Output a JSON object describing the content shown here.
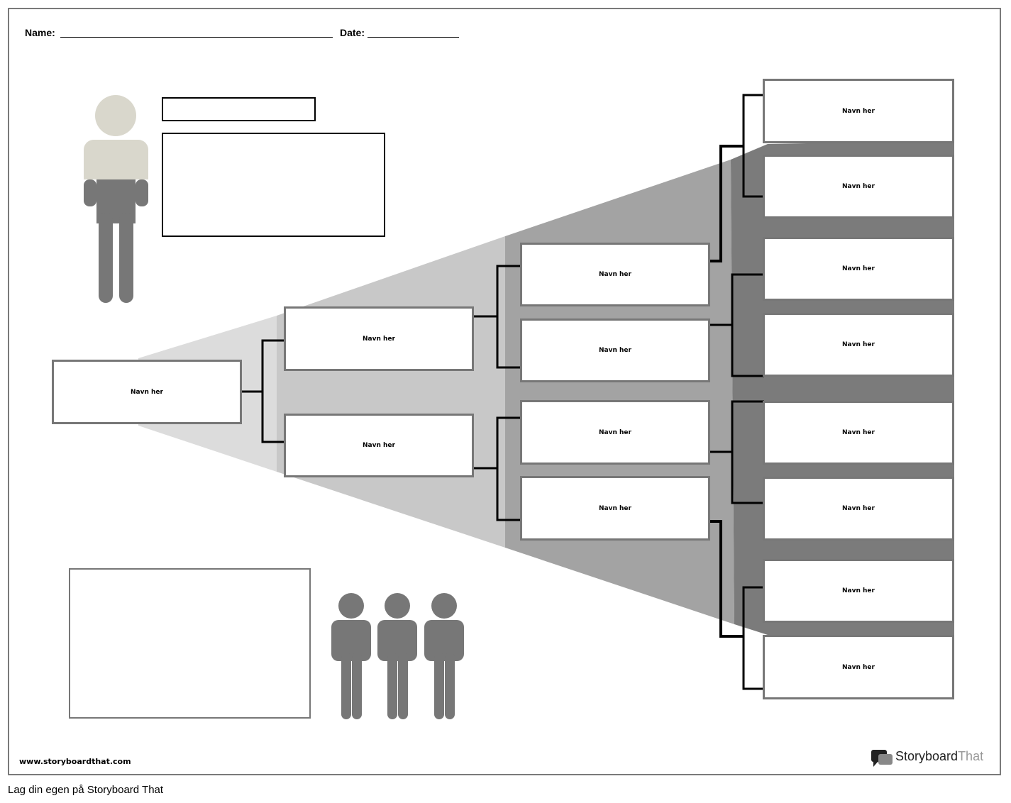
{
  "header": {
    "name_label": "Name:",
    "date_label": "Date:"
  },
  "tree": {
    "root": "Navn her",
    "generation1": [
      "Navn her",
      "Navn her"
    ],
    "generation2": [
      "Navn her",
      "Navn her",
      "Navn her",
      "Navn her"
    ],
    "generation3": [
      "Navn her",
      "Navn her",
      "Navn her",
      "Navn her",
      "Navn her",
      "Navn her",
      "Navn her",
      "Navn her"
    ]
  },
  "footer": {
    "site": "www.storyboardthat.com",
    "brand_main": "Storyboard",
    "brand_accent": "That",
    "caption": "Lag din egen på Storyboard That"
  },
  "colors": {
    "fan_light": "#cfcfcf",
    "fan_mid": "#a5a5a5",
    "fan_dark": "#7a7a7a",
    "figure": "#777777",
    "figure_top": "#d9d7cc"
  }
}
